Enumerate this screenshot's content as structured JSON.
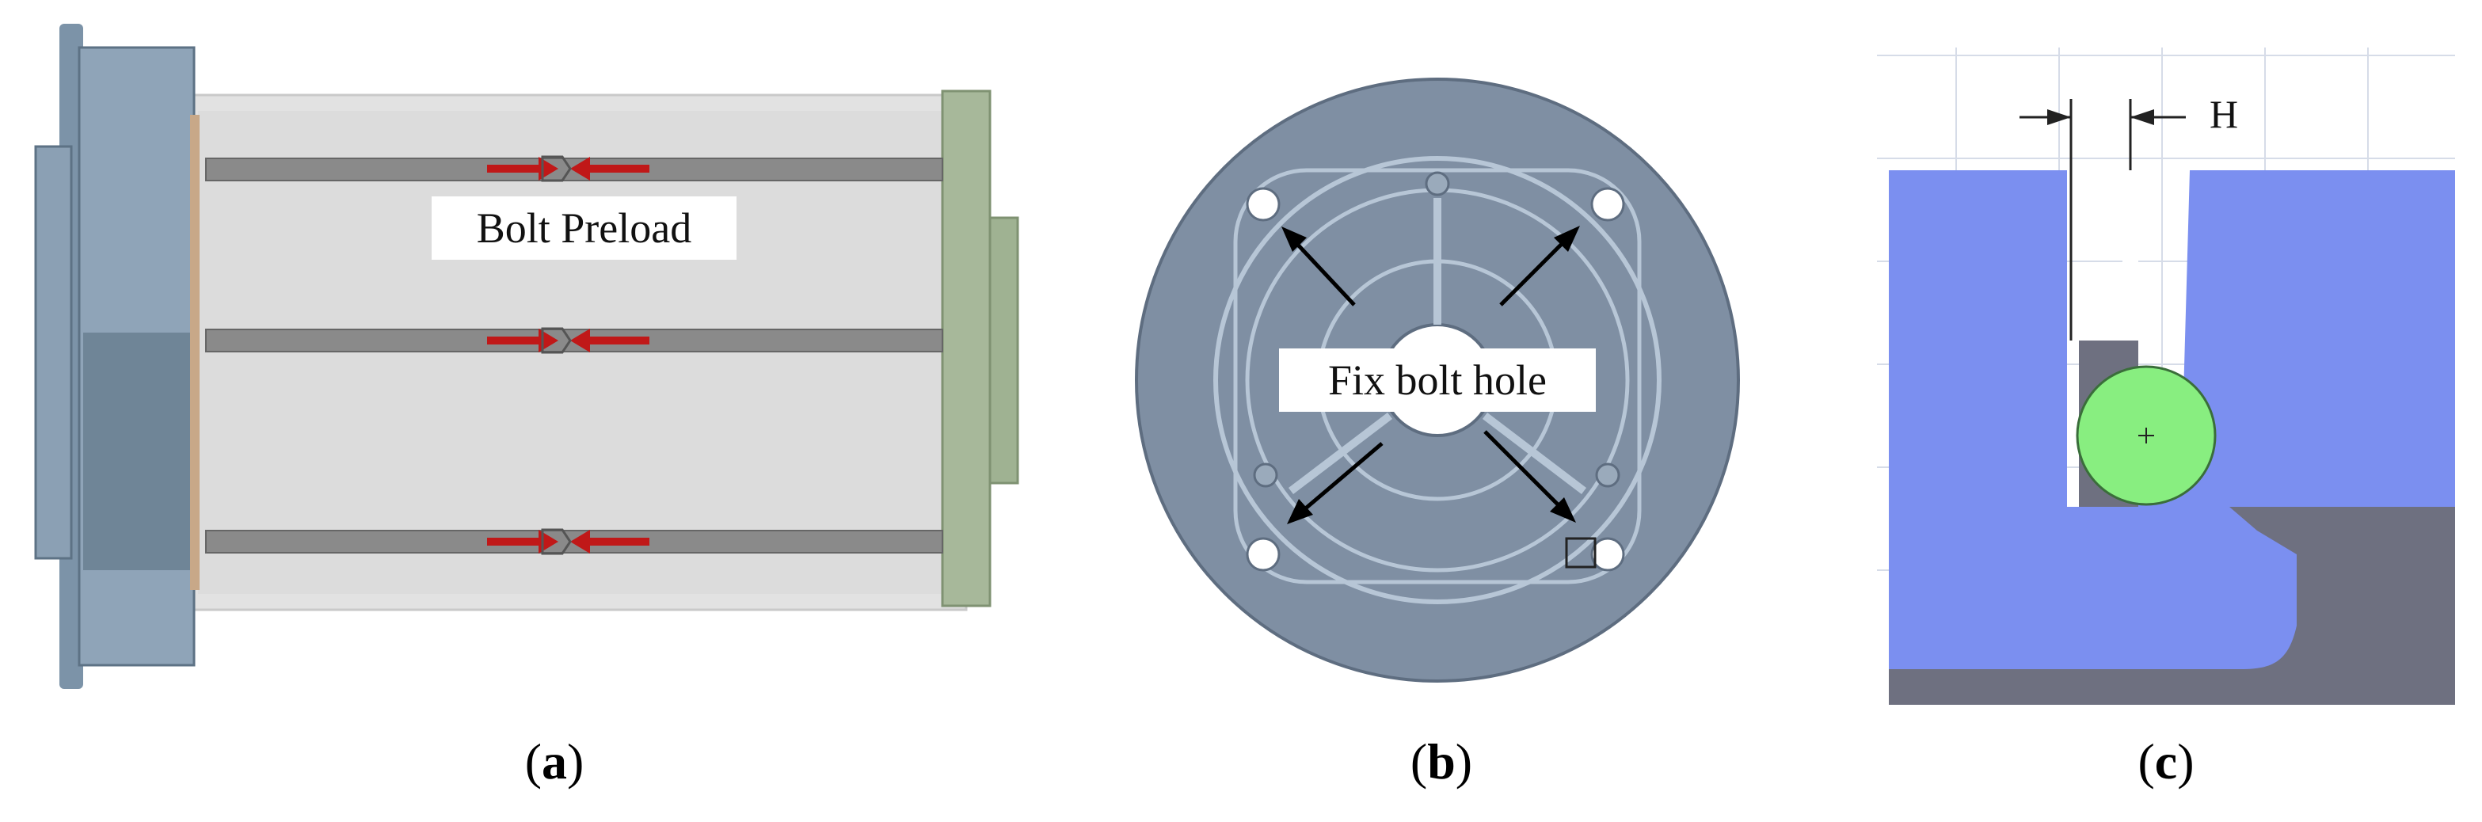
{
  "panel_a": {
    "caption_open": "(",
    "caption_letter": "a",
    "caption_close": ")",
    "annotation": "Bolt Preload"
  },
  "panel_b": {
    "caption_open": "(",
    "caption_letter": "b",
    "caption_close": ")",
    "annotation": "Fix bolt hole"
  },
  "panel_c": {
    "caption_open": "(",
    "caption_letter": "c",
    "caption_close": ")",
    "dimension_label": "H"
  },
  "colors": {
    "flange_blue": "#8fa4b8",
    "flange_dark": "#6f8597",
    "cylinder_glass": "#dcdcdc",
    "end_cap_green": "#a7b89a",
    "bolt_rod": "#8a8a8a",
    "preload_arrow": "#c01818",
    "disk_steel": "#7f8fa3",
    "disk_edge": "#b7c6d6",
    "section_blue": "#7b8ff0",
    "section_gray": "#6e7080",
    "seal_green": "#88ee80",
    "grid_line": "#b8c2d8"
  }
}
